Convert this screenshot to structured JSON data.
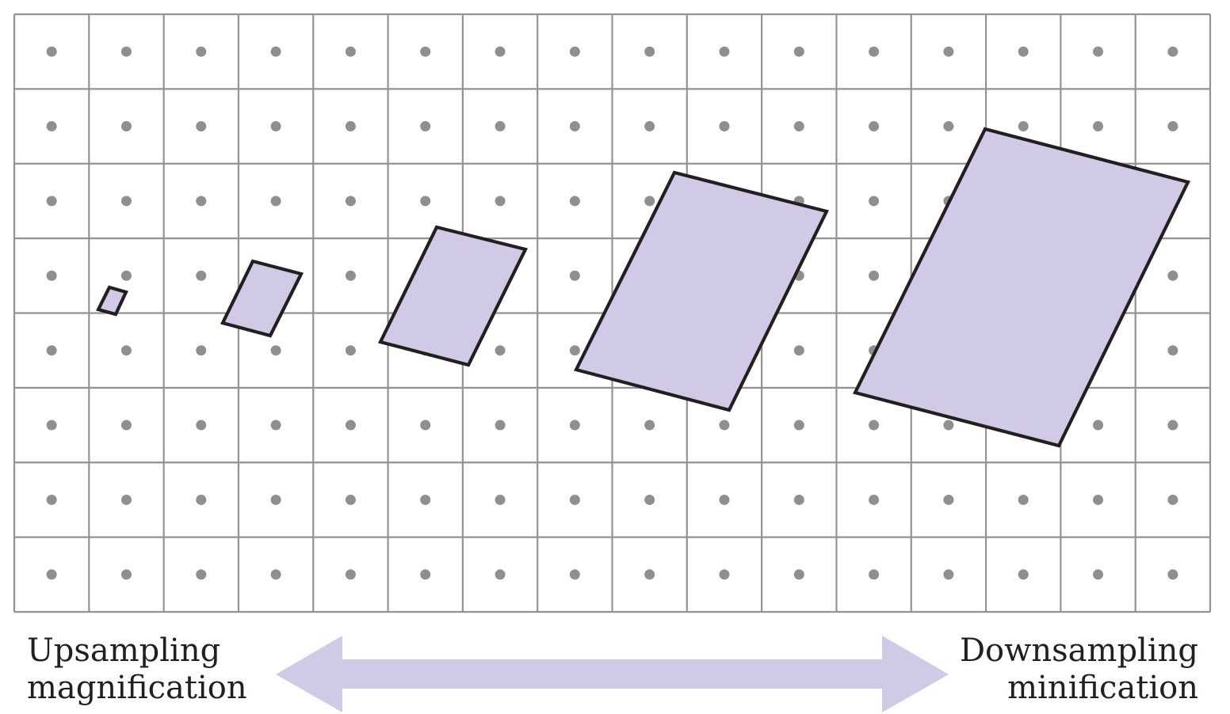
{
  "colors": {
    "grid_line": "#939393",
    "sample_dot": "#8f8f8f",
    "footprint_fill": "#d0cae7",
    "footprint_stroke": "#231f20",
    "arrow_fill": "#d0cae7",
    "text": "#231f20"
  },
  "grid": {
    "columns": 16,
    "rows": 8,
    "sample_point_per_cell": true
  },
  "footprints": {
    "count": 5,
    "shape": "parallelogram",
    "size_order": "increasing left to right"
  },
  "left_caption": {
    "line1": "Upsampling",
    "line2": "magnification"
  },
  "right_caption": {
    "line1": "Downsampling",
    "line2": "minification"
  },
  "arrow": {
    "direction": "double-headed horizontal"
  }
}
